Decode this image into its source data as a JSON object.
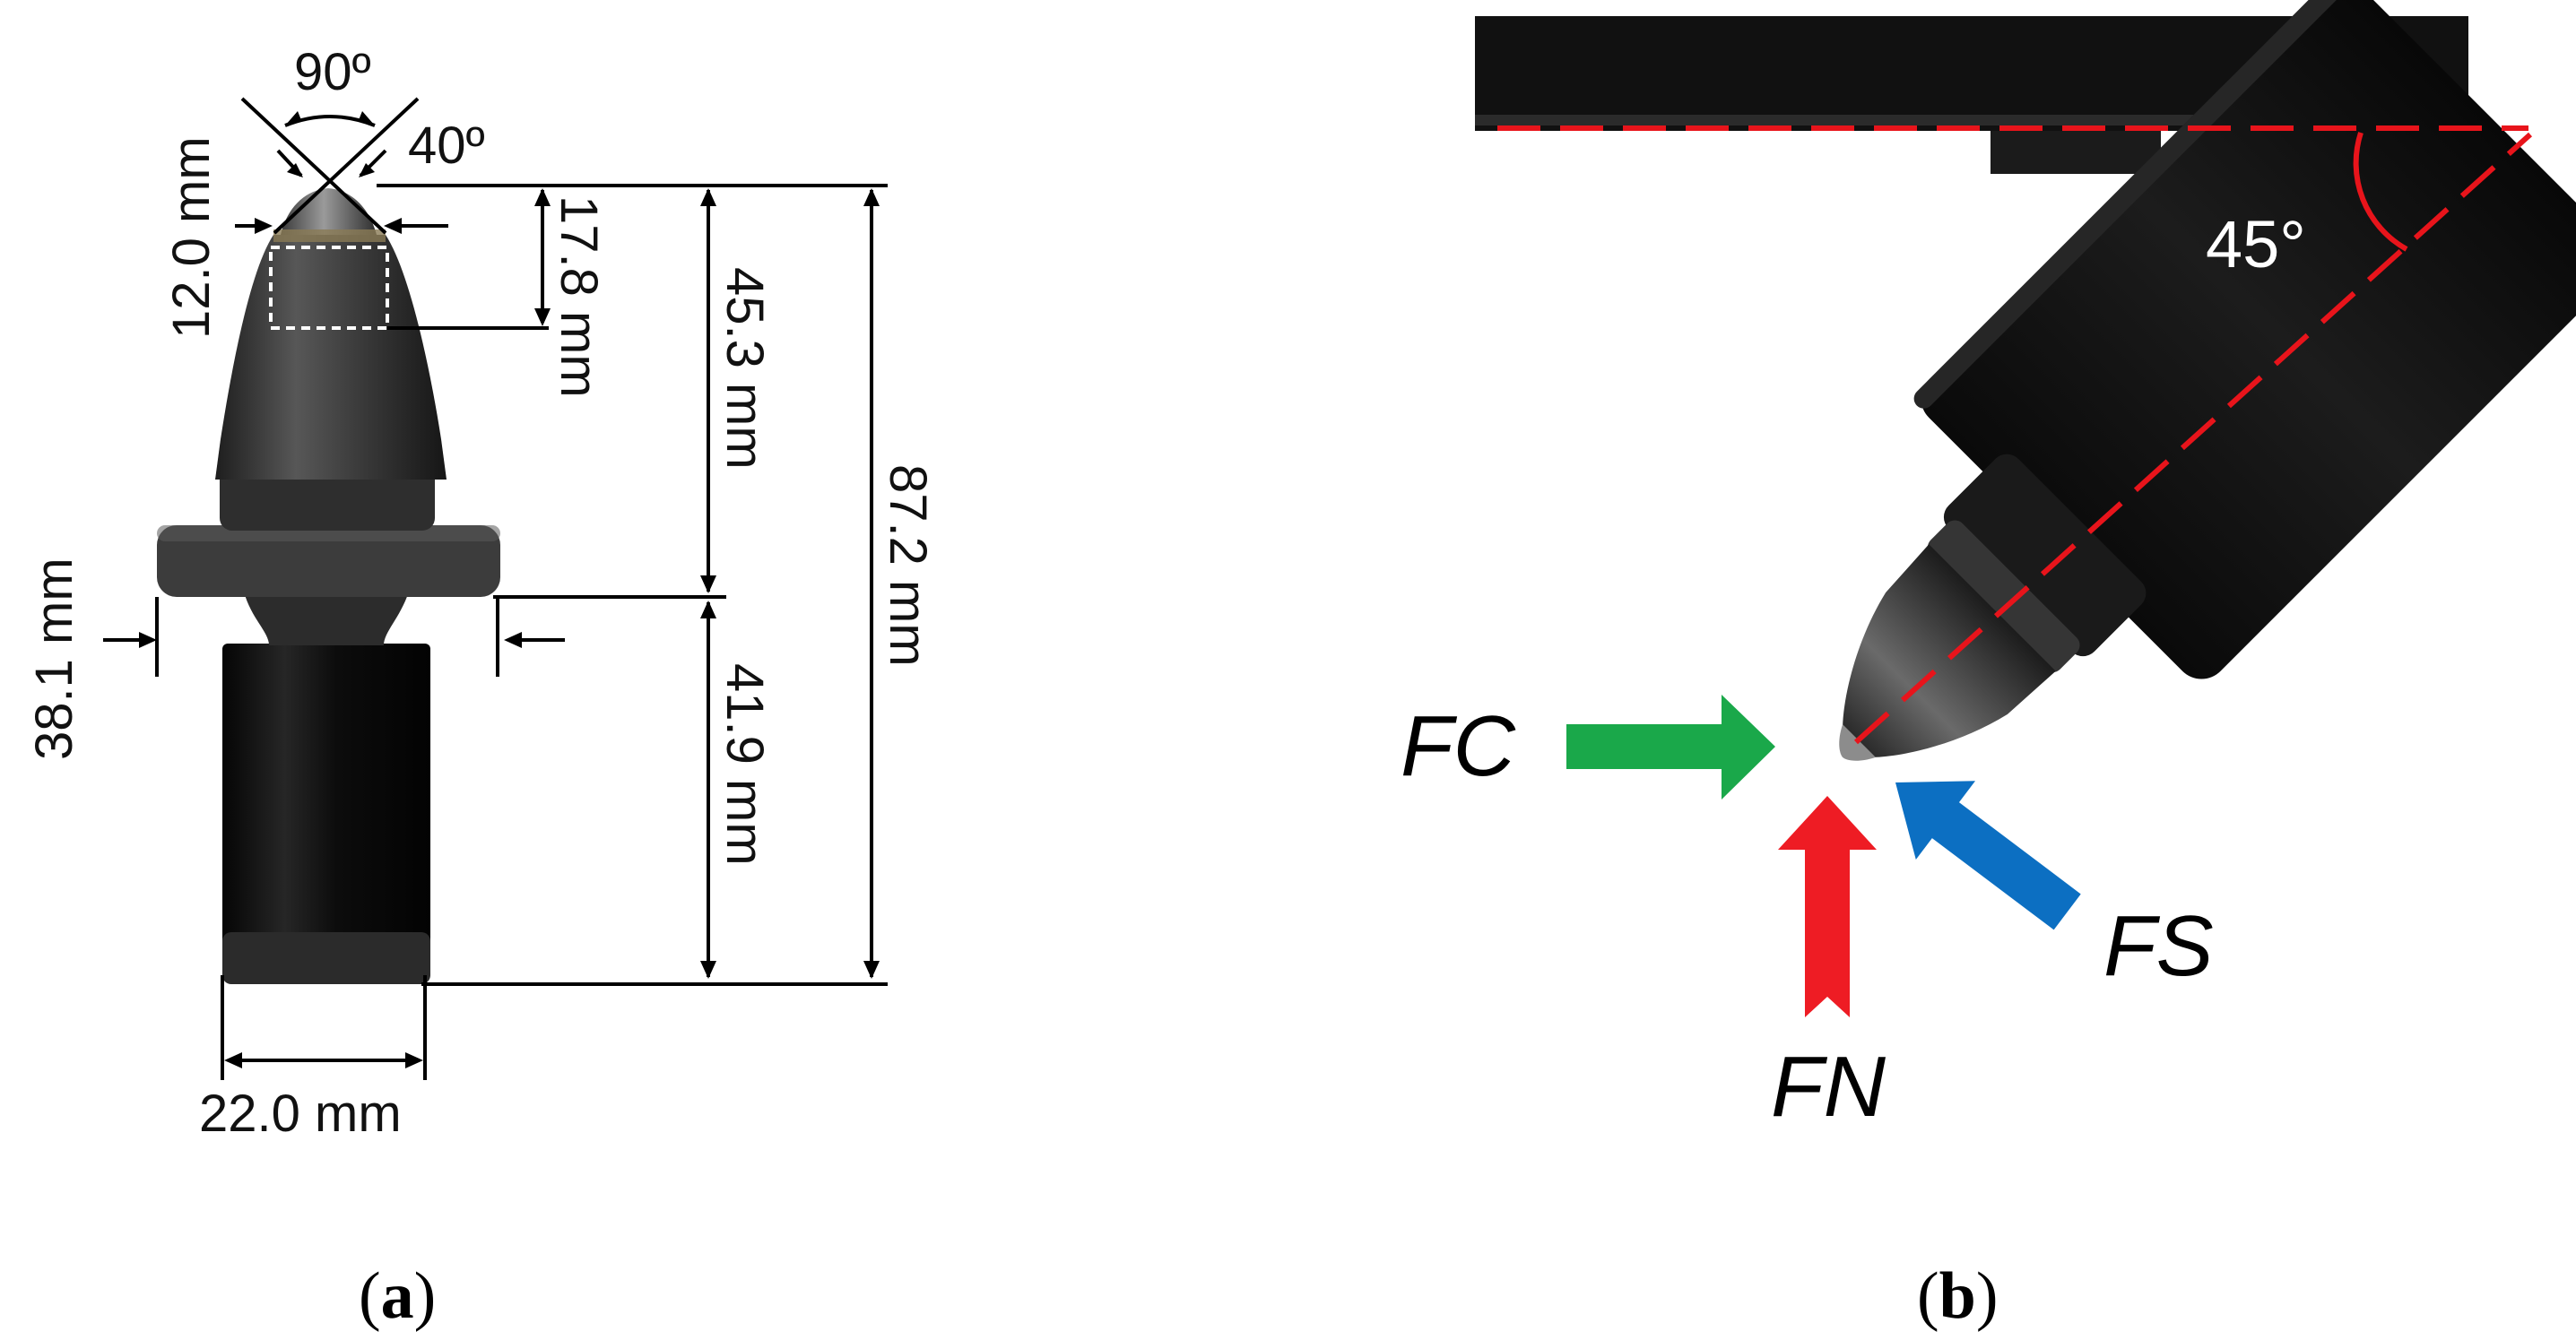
{
  "panel_a": {
    "label_open": "(",
    "label_letter": "a",
    "label_close": ")",
    "dimensions": {
      "tip_angle": "90º",
      "carbide_angle": "40º",
      "tip_diameter": "12.0 mm",
      "carbide_depth": "17.8 mm",
      "head_length": "45.3 mm",
      "total_length": "87.2 mm",
      "shank_length": "41.9 mm",
      "collar_diameter": "38.1 mm",
      "shank_diameter": "22.0 mm"
    }
  },
  "panel_b": {
    "label_open": "(",
    "label_letter": "b",
    "label_close": ")",
    "mount_angle": "45°",
    "forces": {
      "cutting": "FC",
      "normal": "FN",
      "side": "FS"
    }
  },
  "colors": {
    "dashed_line": "#e8141b",
    "force_cutting": "#1aa84a",
    "force_normal": "#ee1c24",
    "force_side": "#0c6fc2",
    "pick_steel": "#3a3a3a",
    "holder_block": "#101010"
  }
}
